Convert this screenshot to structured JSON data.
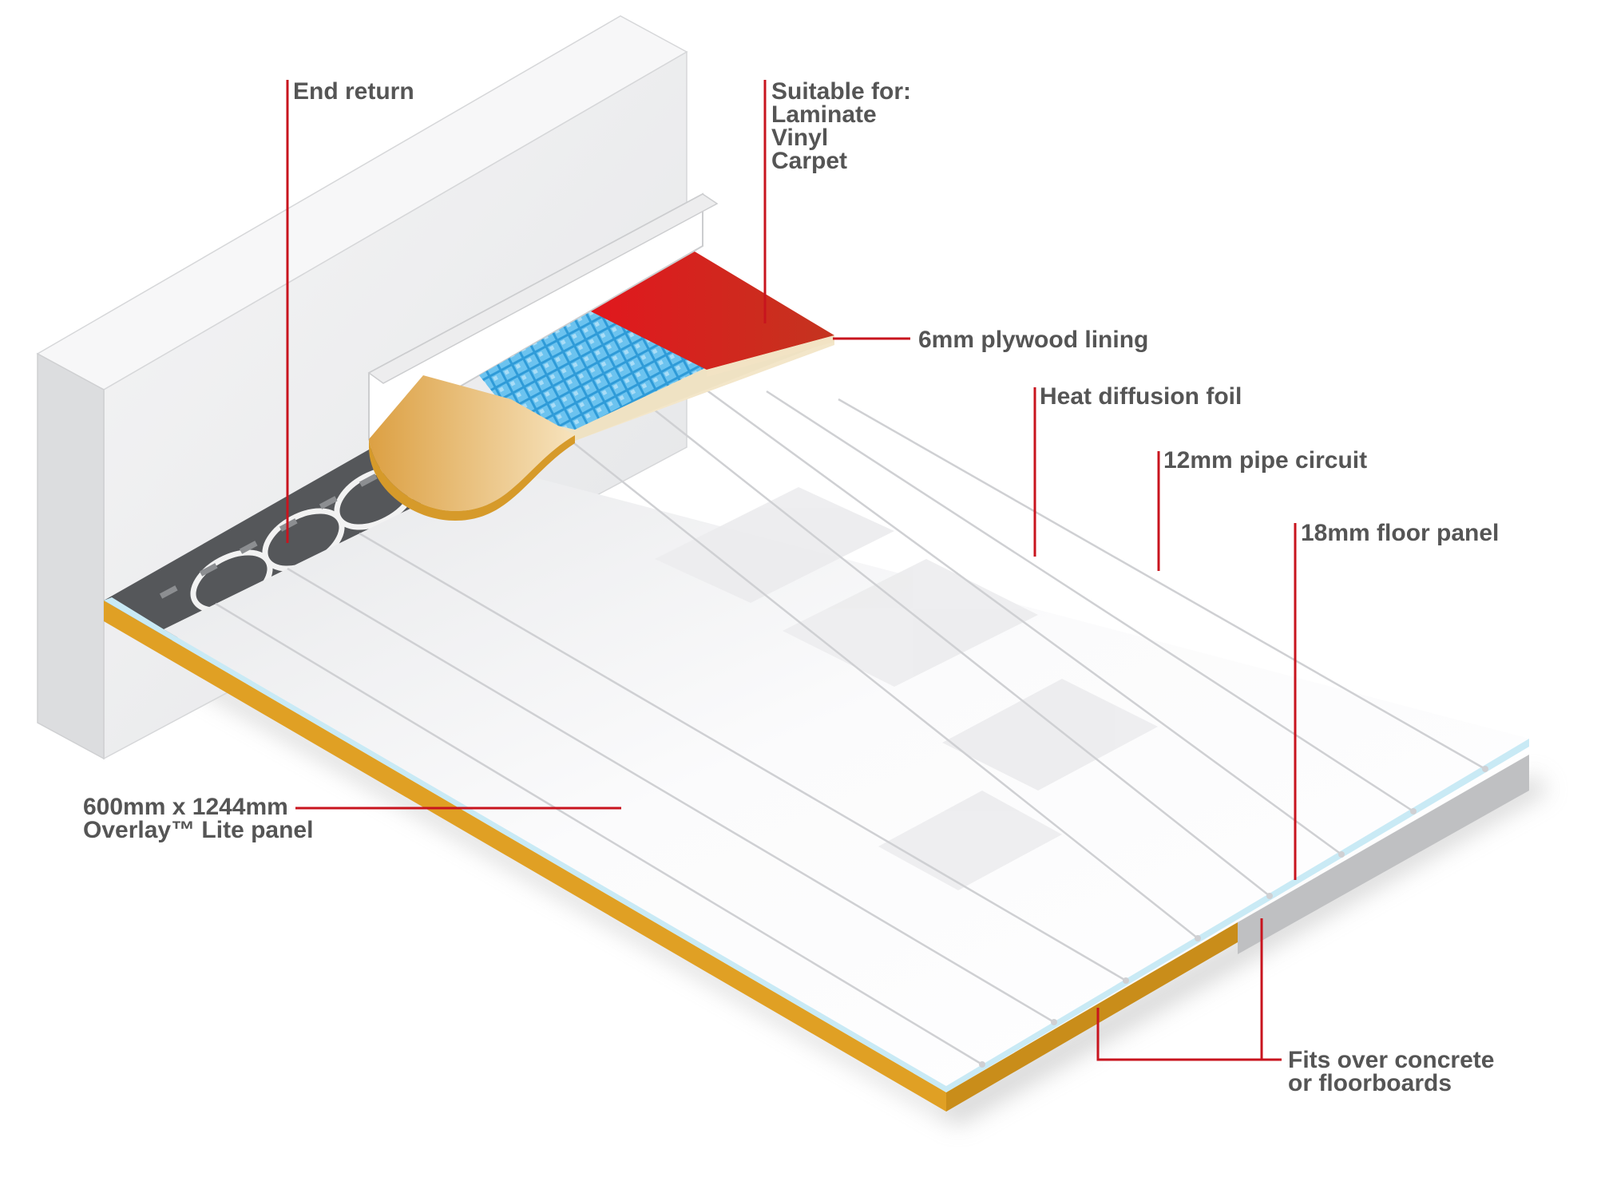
{
  "colors": {
    "leader_line": "#c8141e",
    "label_text": "#555555",
    "panel_edge": "#e0a024",
    "foil_edge": "#c9eaf5",
    "carpet": "#d8211e",
    "vinyl_tile": "#3aa9e0",
    "laminate": "#e7b04e",
    "wall": "#e8e9eb",
    "pipe_channel": "#55575a"
  },
  "labels": {
    "end_return": "End return",
    "suitable_for": [
      "Suitable for:",
      "Laminate",
      "Vinyl",
      "Carpet"
    ],
    "plywood_lining": "6mm plywood lining",
    "heat_diffusion_foil": "Heat diffusion foil",
    "pipe_circuit": "12mm pipe circuit",
    "floor_panel": "18mm floor panel",
    "panel_size": [
      "600mm x 1244mm",
      "Overlay™ Lite panel"
    ],
    "fits_over": [
      "Fits over concrete",
      "or floorboards"
    ]
  }
}
